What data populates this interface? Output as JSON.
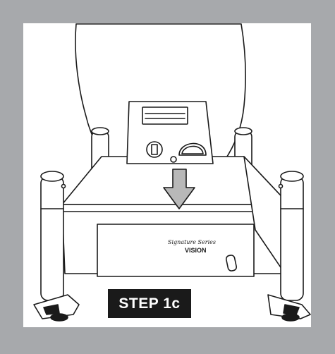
{
  "step_label": "STEP 1c",
  "badge_text": "VISION",
  "signature_text": "Signature Series",
  "colors": {
    "frame": "#a7a9ac",
    "panel": "#ffffff",
    "line": "#1a1a1a",
    "arrow_fill": "#b8b8b8",
    "label_bg": "#1a1a1a",
    "label_text": "#ffffff"
  }
}
